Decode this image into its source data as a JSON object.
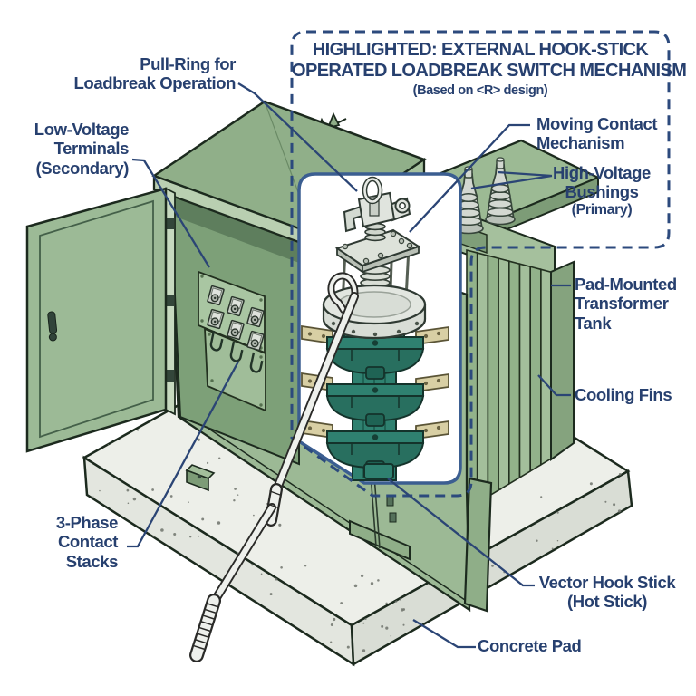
{
  "diagram": {
    "title": {
      "line1": "HIGHLIGHTED: EXTERNAL HOOK-STICK",
      "line2": "OPERATED LOADBREAK SWITCH MECHANISM",
      "line3": "(Based on <R> design)"
    },
    "labels": {
      "pull_ring": {
        "lines": [
          "Pull-Ring for",
          "Loadbreak Operation"
        ]
      },
      "low_voltage": {
        "lines": [
          "Low-Voltage",
          "Terminals",
          "(Secondary)"
        ]
      },
      "moving_contact": {
        "lines": [
          "Moving Contact",
          "Mechanism"
        ]
      },
      "high_voltage": {
        "lines": [
          "High-Voltage",
          "Bushings",
          "(Primary)"
        ]
      },
      "pad_mounted": {
        "lines": [
          "Pad-Mounted",
          "Transformer",
          "Tank"
        ]
      },
      "cooling_fins": {
        "lines": [
          "Cooling Fins"
        ]
      },
      "three_phase": {
        "lines": [
          "3-Phase",
          "Contact",
          "Stacks"
        ]
      },
      "vector_hook": {
        "lines": [
          "Vector Hook Stick",
          "(Hot Stick)"
        ]
      },
      "concrete_pad": {
        "lines": [
          "Concrete Pad"
        ]
      }
    },
    "colors": {
      "navy_text": "#27406f",
      "leader_line": "#2b4575",
      "dashed_outline": "#2c4a7d",
      "inset_border": "#3b5e91",
      "cabinet_green": "#9cb995",
      "roof_green": "#90af89",
      "interior_green": "#7da078",
      "board_green": "#a9c6a2",
      "stack_teal": "#2f8170",
      "stack_teal_dark": "#236858",
      "terminal_tan": "#d8cfa4",
      "metal_light": "#e0e4de",
      "metal_mid": "#c9cfc7",
      "concrete": "#edefe9",
      "outline_dark": "#1c2a1e"
    }
  }
}
